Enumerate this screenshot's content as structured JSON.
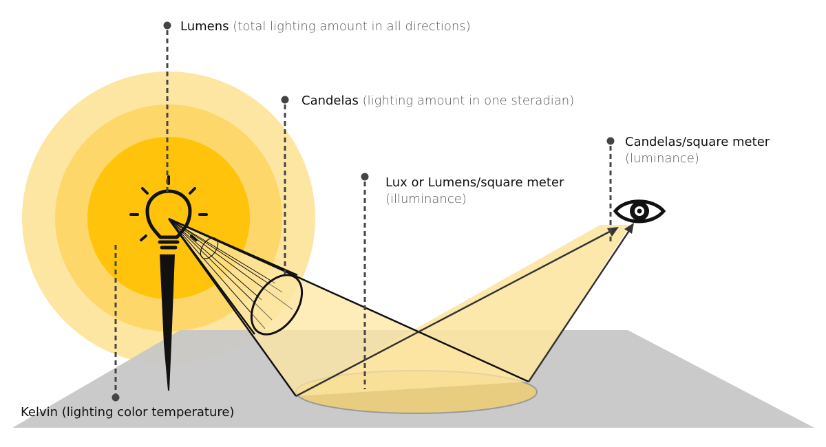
{
  "labels": {
    "lumens": {
      "term": "Lumens",
      "desc": "(total lighting amount in all directions)"
    },
    "candelas": {
      "term": "Candelas",
      "desc": "(lighting amount in one steradian)"
    },
    "lux": {
      "term": "Lux or Lumens/square meter",
      "desc": "(illuminance)"
    },
    "candelas_per_m2": {
      "term": "Candelas/square meter",
      "desc": "(luminance)"
    },
    "kelvin": {
      "term": "Kelvin (lighting color temperature)"
    }
  },
  "colors": {
    "glow_outer": "#fde6a2",
    "glow_mid": "#fdd76a",
    "glow_inner": "#ffc30b",
    "beam": "#fde6a2",
    "floor": "#c8c8c8",
    "pool": "#e8cd80",
    "leader": "#444444"
  },
  "icons": [
    "light-bulb-icon",
    "eye-icon"
  ]
}
